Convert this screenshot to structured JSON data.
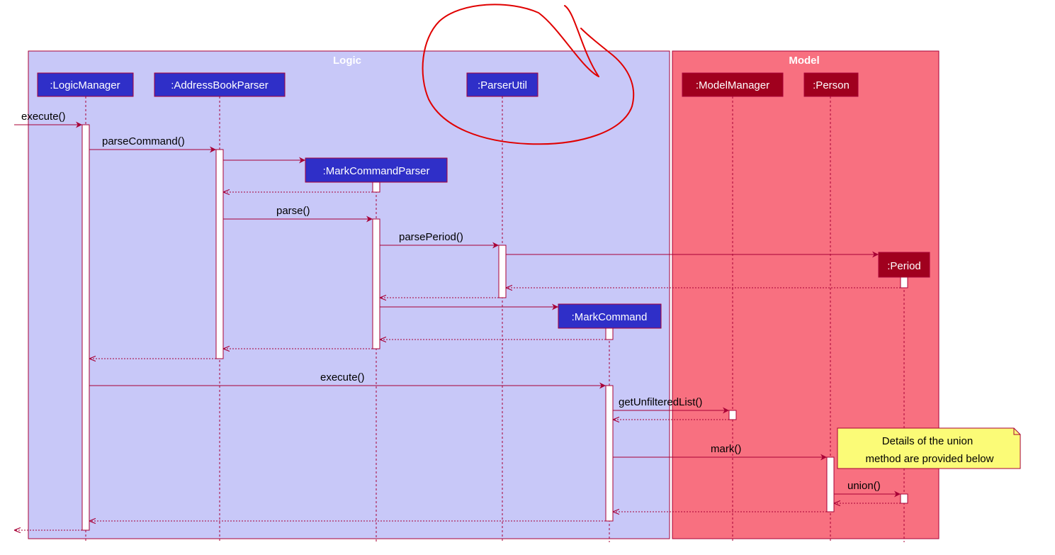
{
  "boxes": {
    "logic": {
      "title": "Logic"
    },
    "model": {
      "title": "Model"
    }
  },
  "participants": {
    "logic_manager": ":LogicManager",
    "address_book_parser": ":AddressBookParser",
    "parser_util": ":ParserUtil",
    "mark_command_parser": ":MarkCommandParser",
    "mark_command": ":MarkCommand",
    "model_manager": ":ModelManager",
    "person": ":Person",
    "period": ":Period"
  },
  "messages": {
    "execute_in": "execute()",
    "parse_command": "parseCommand()",
    "parse": "parse()",
    "parse_period": "parsePeriod()",
    "execute": "execute()",
    "get_unfiltered_list": "getUnfilteredList()",
    "mark": "mark()",
    "union": "union()"
  },
  "note": {
    "line1": "Details of the union",
    "line2": "method are provided below"
  },
  "colors": {
    "logic_bg": "#c8c8f8",
    "model_bg": "#f87080",
    "box_border": "#a80036",
    "logic_participant": "#2f2fc8",
    "model_participant": "#a0001e",
    "arrow": "#a80036",
    "note_bg": "#fbfb77",
    "annotation_red": "#e00000"
  }
}
